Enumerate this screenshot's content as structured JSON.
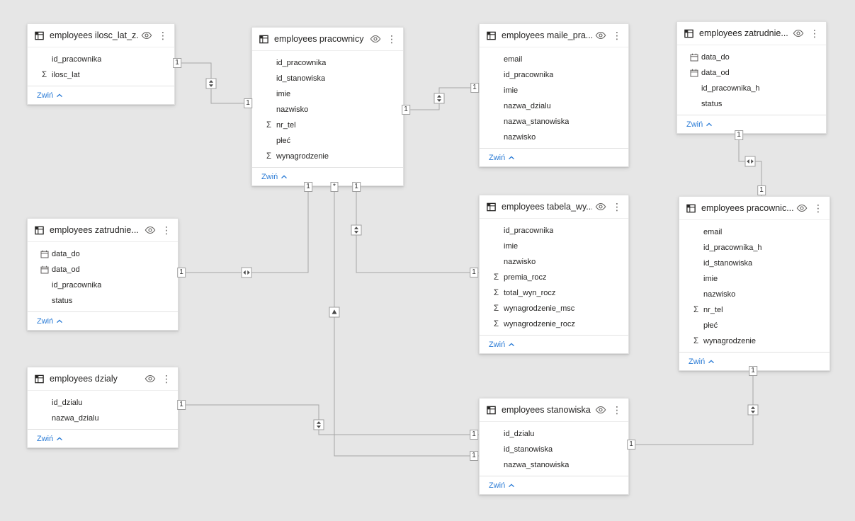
{
  "app": {
    "view_name": "model-diagram"
  },
  "colors": {
    "background": "#e6e6e6",
    "card_background": "#ffffff",
    "accent_link": "#2b7cd6",
    "title_text": "#252423",
    "field_text": "#252423",
    "relationship_line": "#a6a6a6"
  },
  "tables": [
    {
      "id": "ilosc_lat",
      "title": "employees ilosc_lat_z...",
      "collapse_label": "Zwiń",
      "fields": [
        {
          "name": "id_pracownika",
          "icon": "none"
        },
        {
          "name": "ilosc_lat",
          "icon": "sigma"
        }
      ]
    },
    {
      "id": "pracownicy",
      "title": "employees pracownicy",
      "collapse_label": "Zwiń",
      "fields": [
        {
          "name": "id_pracownika",
          "icon": "none"
        },
        {
          "name": "id_stanowiska",
          "icon": "none"
        },
        {
          "name": "imie",
          "icon": "none"
        },
        {
          "name": "nazwisko",
          "icon": "none"
        },
        {
          "name": "nr_tel",
          "icon": "sigma"
        },
        {
          "name": "płeć",
          "icon": "none"
        },
        {
          "name": "wynagrodzenie",
          "icon": "sigma"
        }
      ]
    },
    {
      "id": "maile",
      "title": "employees maile_pra...",
      "collapse_label": "Zwiń",
      "fields": [
        {
          "name": "email",
          "icon": "none"
        },
        {
          "name": "id_pracownika",
          "icon": "none"
        },
        {
          "name": "imie",
          "icon": "none"
        },
        {
          "name": "nazwa_dzialu",
          "icon": "none"
        },
        {
          "name": "nazwa_stanowiska",
          "icon": "none"
        },
        {
          "name": "nazwisko",
          "icon": "none"
        }
      ]
    },
    {
      "id": "zatrudnie_h",
      "title": "employees zatrudnie...",
      "collapse_label": "Zwiń",
      "fields": [
        {
          "name": "data_do",
          "icon": "calendar"
        },
        {
          "name": "data_od",
          "icon": "calendar"
        },
        {
          "name": "id_pracownika_h",
          "icon": "none"
        },
        {
          "name": "status",
          "icon": "none"
        }
      ]
    },
    {
      "id": "zatrudnie",
      "title": "employees zatrudnie...",
      "collapse_label": "Zwiń",
      "fields": [
        {
          "name": "data_do",
          "icon": "calendar"
        },
        {
          "name": "data_od",
          "icon": "calendar"
        },
        {
          "name": "id_pracownika",
          "icon": "none"
        },
        {
          "name": "status",
          "icon": "none"
        }
      ]
    },
    {
      "id": "tabela",
      "title": "employees tabela_wy...",
      "collapse_label": "Zwiń",
      "fields": [
        {
          "name": "id_pracownika",
          "icon": "none"
        },
        {
          "name": "imie",
          "icon": "none"
        },
        {
          "name": "nazwisko",
          "icon": "none"
        },
        {
          "name": "premia_rocz",
          "icon": "sigma"
        },
        {
          "name": "total_wyn_rocz",
          "icon": "sigma"
        },
        {
          "name": "wynagrodzenie_msc",
          "icon": "sigma"
        },
        {
          "name": "wynagrodzenie_rocz",
          "icon": "sigma"
        }
      ]
    },
    {
      "id": "pracownic_h",
      "title": "employees pracownic...",
      "collapse_label": "Zwiń",
      "fields": [
        {
          "name": "email",
          "icon": "none"
        },
        {
          "name": "id_pracownika_h",
          "icon": "none"
        },
        {
          "name": "id_stanowiska",
          "icon": "none"
        },
        {
          "name": "imie",
          "icon": "none"
        },
        {
          "name": "nazwisko",
          "icon": "none"
        },
        {
          "name": "nr_tel",
          "icon": "sigma"
        },
        {
          "name": "płeć",
          "icon": "none"
        },
        {
          "name": "wynagrodzenie",
          "icon": "sigma"
        }
      ]
    },
    {
      "id": "dzialy",
      "title": "employees dzialy",
      "collapse_label": "Zwiń",
      "fields": [
        {
          "name": "id_dzialu",
          "icon": "none"
        },
        {
          "name": "nazwa_dzialu",
          "icon": "none"
        }
      ]
    },
    {
      "id": "stanowiska",
      "title": "employees stanowiska",
      "collapse_label": "Zwiń",
      "fields": [
        {
          "name": "id_dzialu",
          "icon": "none"
        },
        {
          "name": "id_stanowiska",
          "icon": "none"
        },
        {
          "name": "nazwa_stanowiska",
          "icon": "none"
        }
      ]
    }
  ],
  "relationships": [
    {
      "from": "ilosc_lat",
      "to": "pracownicy",
      "from_label": "1",
      "to_label": "1",
      "direction": "both"
    },
    {
      "from": "pracownicy",
      "to": "maile",
      "from_label": "1",
      "to_label": "1",
      "direction": "both"
    },
    {
      "from": "zatrudnie_h",
      "to": "pracownic_h",
      "from_label": "1",
      "to_label": "1",
      "direction": "both"
    },
    {
      "from": "pracownicy",
      "to": "zatrudnie",
      "from_label": "1",
      "to_label": "1",
      "direction": "both"
    },
    {
      "from": "pracownicy",
      "to": "tabela",
      "from_label": "1",
      "to_label": "1",
      "direction": "both"
    },
    {
      "from": "pracownicy",
      "to": "stanowiska",
      "from_label": "*",
      "to_label": "1",
      "direction": "single"
    },
    {
      "from": "dzialy",
      "to": "stanowiska",
      "from_label": "1",
      "to_label": "1",
      "direction": "both"
    },
    {
      "from": "stanowiska",
      "to": "pracownic_h",
      "from_label": "1",
      "to_label": "1",
      "direction": "both"
    }
  ]
}
